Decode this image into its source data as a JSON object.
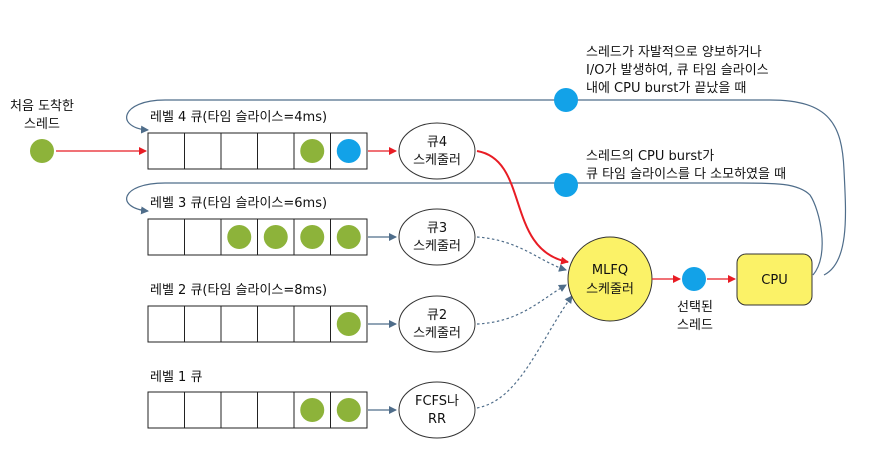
{
  "colors": {
    "green": "#8db33a",
    "blue": "#12a2e8",
    "yellow": "#fbf267",
    "red": "#e81c24",
    "gray_blue": "#4f6d8a",
    "box_border": "#222222"
  },
  "arrival": {
    "label_line1": "처음 도착한",
    "label_line2": "스레드"
  },
  "queues": [
    {
      "label": "레벨 4 큐(타임 슬라이스=4ms)",
      "cells": [
        "empty",
        "empty",
        "empty",
        "empty",
        "green",
        "blue"
      ],
      "scheduler_line1": "큐4",
      "scheduler_line2": "스케줄러"
    },
    {
      "label": "레벨 3 큐(타임 슬라이스=6ms)",
      "cells": [
        "empty",
        "empty",
        "green",
        "green",
        "green",
        "green"
      ],
      "scheduler_line1": "큐3",
      "scheduler_line2": "스케줄러"
    },
    {
      "label": "레벨 2 큐(타임 슬라이스=8ms)",
      "cells": [
        "empty",
        "empty",
        "empty",
        "empty",
        "empty",
        "green"
      ],
      "scheduler_line1": "큐2",
      "scheduler_line2": "스케줄러"
    },
    {
      "label": "레벨 1 큐",
      "cells": [
        "empty",
        "empty",
        "empty",
        "empty",
        "green",
        "green"
      ],
      "scheduler_line1": "FCFS나",
      "scheduler_line2": "RR"
    }
  ],
  "mlfq": {
    "line1": "MLFQ",
    "line2": "스케줄러"
  },
  "selected": {
    "line1": "선택된",
    "line2": "스레드"
  },
  "cpu": {
    "label": "CPU"
  },
  "notes": {
    "yield_line1": "스레드가 자발적으로 양보하거나",
    "yield_line2": "I/O가 발생하여, 큐 타임 슬라이스",
    "yield_line3": "내에 CPU burst가 끝났을 때",
    "exhaust_line1": "스레드의 CPU burst가",
    "exhaust_line2": "큐 타임 슬라이스를 다 소모하였을 때"
  }
}
